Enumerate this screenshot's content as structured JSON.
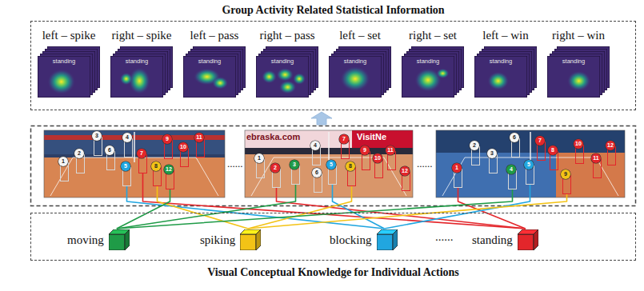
{
  "diagram": {
    "nodes": [
      {
        "text": [
          "Group Activity Related Statistical Information"
        ]
      },
      {
        "text": [
          "left – spike",
          "standing"
        ],
        "in": 0
      },
      {
        "text": [
          "right – spike",
          "standing"
        ],
        "in": 0
      },
      {
        "text": [
          "left – pass",
          "standing"
        ],
        "in": 0
      },
      {
        "text": [
          "right – pass",
          "standing"
        ],
        "in": 0
      },
      {
        "text": [
          "left – set",
          "standing"
        ],
        "in": 0
      },
      {
        "text": [
          "right – set",
          "standing"
        ],
        "in": 0
      },
      {
        "text": [
          "left – win",
          "standing"
        ],
        "in": 0
      },
      {
        "text": [
          "right – win",
          "standing"
        ],
        "in": 0
      },
      {
        "text": [
          "1"
        ]
      },
      {
        "text": [
          "2"
        ]
      },
      {
        "text": [
          "3"
        ]
      },
      {
        "text": [
          "4"
        ]
      },
      {
        "text": [
          "5"
        ]
      },
      {
        "text": [
          "6"
        ]
      },
      {
        "text": [
          "7"
        ]
      },
      {
        "text": [
          "8"
        ]
      },
      {
        "text": [
          "9"
        ]
      },
      {
        "text": [
          "10"
        ]
      },
      {
        "text": [
          "11"
        ]
      },
      {
        "text": [
          "12"
        ]
      },
      {
        "text": [
          "1"
        ]
      },
      {
        "text": [
          "2"
        ]
      },
      {
        "text": [
          "3"
        ]
      },
      {
        "text": [
          "4"
        ]
      },
      {
        "text": [
          "5"
        ]
      },
      {
        "text": [
          "6"
        ]
      },
      {
        "text": [
          "7"
        ]
      },
      {
        "text": [
          "8"
        ]
      },
      {
        "text": [
          "9"
        ]
      },
      {
        "text": [
          "10"
        ]
      },
      {
        "text": [
          "11"
        ]
      },
      {
        "text": [
          "12"
        ]
      },
      {
        "text": [
          "1"
        ]
      },
      {
        "text": [
          "2"
        ]
      },
      {
        "text": [
          "3"
        ]
      },
      {
        "text": [
          "4"
        ]
      },
      {
        "text": [
          "5"
        ]
      },
      {
        "text": [
          "6"
        ]
      },
      {
        "text": [
          "7"
        ]
      },
      {
        "text": [
          "8"
        ]
      },
      {
        "text": [
          "9"
        ]
      },
      {
        "text": [
          "10"
        ]
      },
      {
        "text": [
          "11"
        ]
      },
      {
        "text": [
          "12"
        ]
      },
      {
        "text": [
          "Visual Conceptual Knowledge for Individual Actions"
        ]
      },
      {
        "text": [
          "moving"
        ],
        "in": 45
      },
      {
        "text": [
          "spiking"
        ],
        "in": 45
      },
      {
        "text": [
          "blocking"
        ],
        "in": 45
      },
      {
        "text": [
          "standing"
        ],
        "in": 45
      }
    ],
    "edges": [
      {
        "from": 13,
        "to": 48,
        "arrow": "none"
      },
      {
        "from": 15,
        "to": 49,
        "arrow": "none"
      },
      {
        "from": 16,
        "to": 47,
        "arrow": "none"
      },
      {
        "from": 20,
        "to": 46,
        "arrow": "none"
      },
      {
        "from": 22,
        "to": 49,
        "arrow": "none"
      },
      {
        "from": 23,
        "to": 46,
        "arrow": "none"
      },
      {
        "from": 25,
        "to": 48,
        "arrow": "none"
      },
      {
        "from": 28,
        "to": 47,
        "arrow": "none"
      },
      {
        "from": 33,
        "to": 49,
        "arrow": "none"
      },
      {
        "from": 36,
        "to": 46,
        "arrow": "none"
      },
      {
        "from": 37,
        "to": 48,
        "arrow": "none"
      },
      {
        "from": 41,
        "to": 47,
        "arrow": "none"
      }
    ],
    "labels": [
      "ebraska.com",
      "VisitNe",
      "......",
      "......",
      "......"
    ]
  }
}
